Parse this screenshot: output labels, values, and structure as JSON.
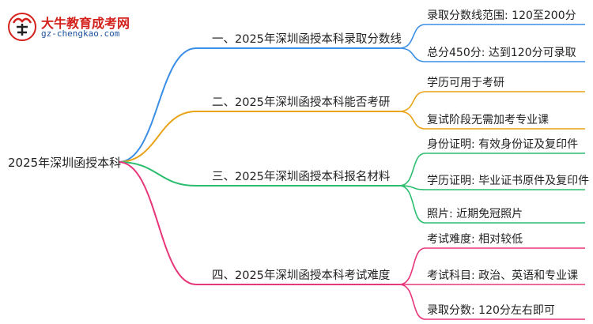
{
  "logo": {
    "title": "大牛教育成考网",
    "url": "gz-chengkao.com"
  },
  "root": {
    "label": "2025年深圳函授本科"
  },
  "colors": {
    "branch1": "#3a8ee6",
    "branch2": "#e8a317",
    "branch3": "#2bbd6e",
    "branch4": "#e8367a"
  },
  "branches": [
    {
      "label": "一、2025年深圳函授本科录取分数线",
      "children": [
        "录取分数线范围: 120至200分",
        "总分450分: 达到120分可录取"
      ]
    },
    {
      "label": "二、2025年深圳函授本科能否考研",
      "children": [
        "学历可用于考研",
        "复试阶段无需加考专业课"
      ]
    },
    {
      "label": "三、2025年深圳函授本科报名材料",
      "children": [
        "身份证明: 有效身份证及复印件",
        "学历证明: 毕业证书原件及复印件",
        "照片: 近期免冠照片"
      ]
    },
    {
      "label": "四、2025年深圳函授本科考试难度",
      "children": [
        "考试难度: 相对较低",
        "考试科目: 政治、英语和专业课",
        "录取分数: 120分左右即可"
      ]
    }
  ]
}
